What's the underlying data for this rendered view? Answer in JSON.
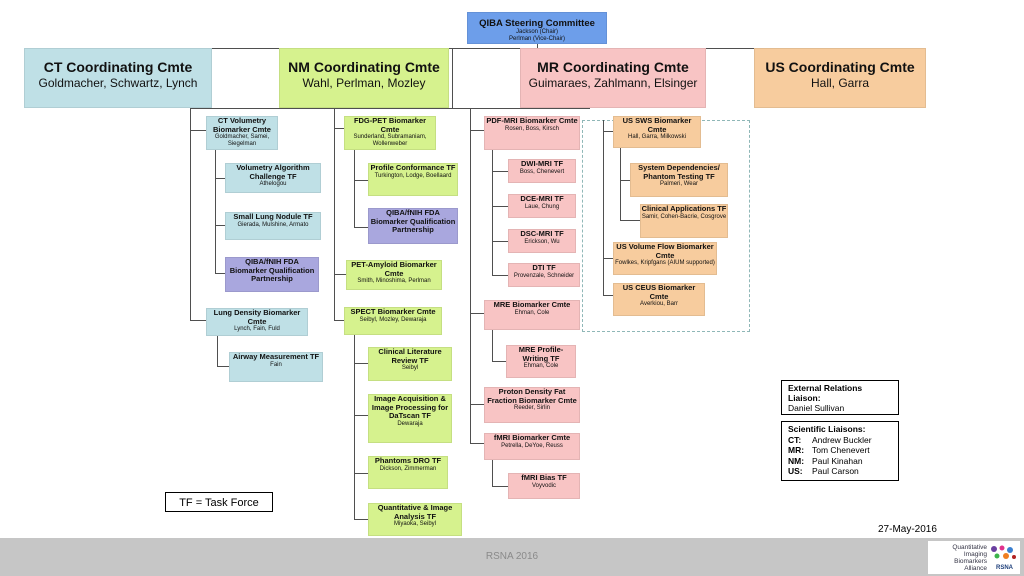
{
  "steering": {
    "title": "QIBA Steering Committee",
    "sub1": "Jackson (Chair)",
    "sub2": "Perlman (Vice-Chair)"
  },
  "coord": {
    "ct": {
      "title": "CT Coordinating Cmte",
      "members": "Goldmacher, Schwartz, Lynch"
    },
    "nm": {
      "title": "NM Coordinating Cmte",
      "members": "Wahl, Perlman, Mozley"
    },
    "mr": {
      "title": "MR Coordinating Cmte",
      "members": "Guimaraes, Zahlmann, Elsinger"
    },
    "us": {
      "title": "US Coordinating Cmte",
      "members": "Hall, Garra"
    }
  },
  "ct": {
    "volumetry": {
      "title": "CT Volumetry Biomarker Cmte",
      "members": "Goldmacher, Samei, Siegelman"
    },
    "volumetry_tf": {
      "title": "Volumetry Algorithm Challenge TF",
      "members": "Athelogou"
    },
    "nodule": {
      "title": "Small Lung Nodule TF",
      "members": "Gierada, Mulshine, Armato"
    },
    "fda": {
      "title": "QIBA/fNIH FDA Biomarker Qualification Partnership",
      "members": ""
    },
    "density": {
      "title": "Lung Density Biomarker Cmte",
      "members": "Lynch, Fain, Fuld"
    },
    "airway": {
      "title": "Airway Measurement TF",
      "members": "Fain"
    }
  },
  "nm": {
    "fdg": {
      "title": "FDG-PET Biomarker Cmte",
      "members": "Sunderland, Subramaniam, Wollenweber"
    },
    "profile": {
      "title": "Profile Conformance TF",
      "members": "Turkington, Lodge, Boellaard"
    },
    "fda": {
      "title": "QIBA/fNIH FDA Biomarker Qualification Partnership",
      "members": ""
    },
    "amyloid": {
      "title": "PET-Amyloid Biomarker Cmte",
      "members": "Smith, Minoshima, Perlman"
    },
    "spect": {
      "title": "SPECT Biomarker Cmte",
      "members": "Seibyl, Mozley, Dewaraja"
    },
    "clinical": {
      "title": "Clinical Literature Review TF",
      "members": "Seibyl"
    },
    "image": {
      "title": "Image Acquisition & Image Processing for DaTscan TF",
      "members": "Dewaraja"
    },
    "phantoms": {
      "title": "Phantoms DRO TF",
      "members": "Dickson, Zimmerman"
    },
    "quant": {
      "title": "Quantitative & Image Analysis TF",
      "members": "Miyaoka, Seibyl"
    }
  },
  "mr": {
    "pdf": {
      "title": "PDF-MRI Biomarker Cmte",
      "members": "Rosen, Boss, Kirsch"
    },
    "dwi": {
      "title": "DWI-MRI TF",
      "members": "Boss, Chenevert"
    },
    "dce": {
      "title": "DCE-MRI TF",
      "members": "Laue, Chung"
    },
    "dsc": {
      "title": "DSC-MRI TF",
      "members": "Erickson, Wu"
    },
    "dti": {
      "title": "DTI TF",
      "members": "Provenzale, Schneider"
    },
    "mre": {
      "title": "MRE Biomarker Cmte",
      "members": "Ehman, Cole"
    },
    "mre_tf": {
      "title": "MRE Profile-Writing TF",
      "members": "Ehman, Cole"
    },
    "proton": {
      "title": "Proton Density Fat Fraction Biomarker Cmte",
      "members": "Reeder, Sirlin"
    },
    "fmri": {
      "title": "fMRI Biomarker Cmte",
      "members": "Petrella, DeYoe, Reuss"
    },
    "fmri_tf": {
      "title": "fMRI Bias TF",
      "members": "Voyvodic"
    }
  },
  "us": {
    "sws": {
      "title": "US SWS Biomarker Cmte",
      "members": "Hall, Garra, Milkowski"
    },
    "sysdep": {
      "title": "System Dependencies/ Phantom Testing TF",
      "members": "Palmeri, Wear"
    },
    "clinapp": {
      "title": "Clinical Applications TF",
      "members": "Samir, Cohen-Bacrie, Cosgrove"
    },
    "flow": {
      "title": "US Volume Flow Biomarker Cmte",
      "members": "Fowlkes, Kripfgans (AIUM supported)"
    },
    "ceus": {
      "title": "US CEUS Biomarker Cmte",
      "members": "Averkiou, Barr"
    }
  },
  "legend": "TF = Task Force",
  "external": {
    "title": "External Relations Liaison:",
    "name": "Daniel Sullivan"
  },
  "scientific": {
    "title": "Scientific Liaisons:",
    "rows": [
      {
        "k": "CT:",
        "v": "Andrew Buckler"
      },
      {
        "k": "MR:",
        "v": "Tom Chenevert"
      },
      {
        "k": "NM:",
        "v": "Paul Kinahan"
      },
      {
        "k": "US:",
        "v": "Paul Carson"
      }
    ]
  },
  "date": "27-May-2016",
  "footer": "RSNA 2016",
  "logo": {
    "line1": "Quantitative",
    "line2": "Imaging",
    "line3": "Biomarkers",
    "line4": "Alliance",
    "mark": "RSNA"
  }
}
